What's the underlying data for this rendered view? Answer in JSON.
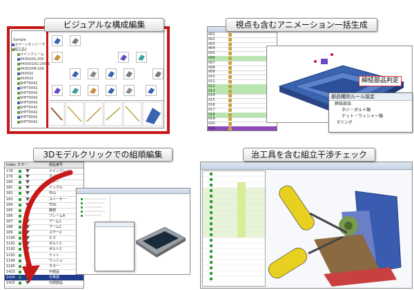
{
  "panels": {
    "visual_edit": {
      "title": "ビジュアルな構成編集"
    },
    "animation": {
      "title": "視点も含むアニメーション一括生成"
    },
    "click_edit": {
      "title": "3Dモデルクリックでの組順編集"
    },
    "interference": {
      "title": "治工具を含む組立干渉チェック"
    }
  },
  "visual_edit_tree": {
    "root": "Sample",
    "items": [
      "スペーンオンリーデ",
      "組立品1",
      "メインフレーム",
      "4X0010G-200",
      "H4X0010G-200-S",
      "4X0010M-200",
      "4X0010",
      "4X0010",
      "SHFT0042",
      "SHFT0042",
      "SHFT0042",
      "SHFT0042",
      "SHFT0042",
      "SHFT0042",
      "SHFT0042",
      "SHFT0042",
      "SHFT0042"
    ]
  },
  "animation_callout": {
    "label": "締結部品判定",
    "dialog_title": "部品種別ルール設定",
    "items": [
      "締結部品",
      "ネジ・ボルト類",
      "ナット・ワッシャー類",
      "Eリング"
    ]
  },
  "animation_table": {
    "rows": [
      "001",
      "002",
      "003",
      "004",
      "005",
      "006",
      "007",
      "008",
      "009",
      "010",
      "011",
      "012",
      "013",
      "014",
      "015",
      "016",
      "017",
      "018",
      "019",
      "020",
      "021"
    ],
    "highlight_rows": [
      5,
      11,
      12,
      17
    ]
  },
  "click_edit_table": {
    "headers": [
      "Index",
      "カラー",
      "",
      "部品番号"
    ],
    "rows": [
      {
        "index": "178",
        "name": "メインフレーム"
      },
      {
        "index": "179",
        "name": "カバー"
      },
      {
        "index": "180",
        "name": "ステー"
      },
      {
        "index": "181",
        "name": "インクル"
      },
      {
        "index": "182",
        "name": "中山"
      },
      {
        "index": "183",
        "name": "スペーサー"
      },
      {
        "index": "184",
        "name": "TOIL"
      },
      {
        "index": "185",
        "name": "脚部"
      },
      {
        "index": "186",
        "name": "フレームA"
      },
      {
        "index": "187",
        "name": "アーム1"
      },
      {
        "index": "188",
        "name": "アーム2"
      },
      {
        "index": "189",
        "name": "ステー2"
      },
      {
        "index": "1190",
        "name": "ビス"
      },
      {
        "index": "1191",
        "name": "ボルト1"
      },
      {
        "index": "1192",
        "name": "ボルト2"
      },
      {
        "index": "1193",
        "name": "ナット"
      },
      {
        "index": "1194",
        "name": "ワッシャ"
      },
      {
        "index": "1195",
        "name": "カラー"
      },
      {
        "index": "1423",
        "name": "中部品"
      },
      {
        "index": "1424",
        "name": "付帯部"
      },
      {
        "index": "1425",
        "name": "内部部品"
      }
    ],
    "selected_index": 19
  },
  "colors": {
    "red_frame": "#c81414",
    "highlight_green": "#b9e6b0",
    "highlight_purple": "#8a48b8",
    "arrow_red": "#c81818",
    "model_blue": "#3a63b0",
    "tool_yellow": "#e8d020"
  }
}
